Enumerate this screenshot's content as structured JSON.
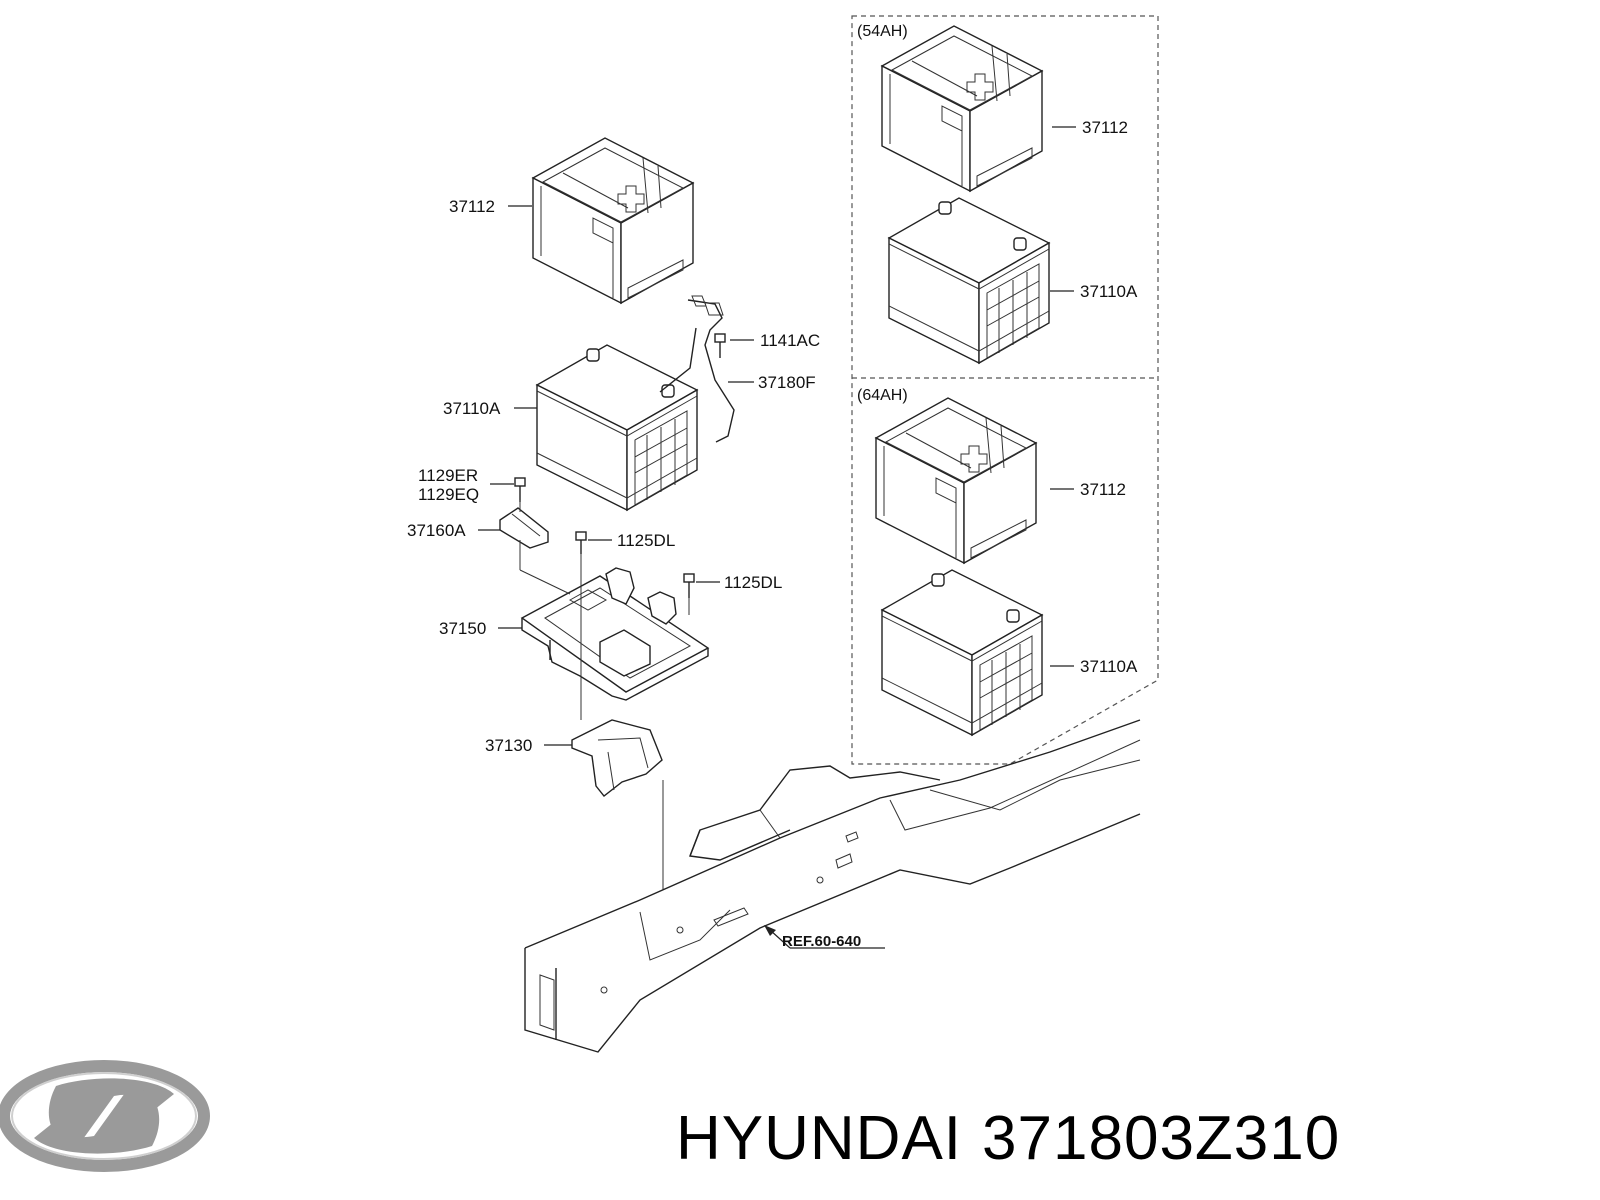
{
  "caption": {
    "brand": "HYUNDAI",
    "part_number": "371803Z310"
  },
  "groups": {
    "g54": "(54AH)",
    "g64": "(64AH)"
  },
  "labels": {
    "tray_main": "37112",
    "battery_main": "37110A",
    "cable_bolt": "1141AC",
    "cable": "37180F",
    "clamp_bolt_a": "1129ER",
    "clamp_bolt_b": "1129EQ",
    "clamp": "37160A",
    "tray_bolt_1": "1125DL",
    "tray_bolt_2": "1125DL",
    "battery_tray": "37150",
    "bracket": "37130",
    "tray_54": "37112",
    "battery_54": "37110A",
    "tray_64": "37112",
    "battery_64": "37110A"
  },
  "reference": "REF.60-640",
  "logo": {
    "name": "hyundai-logo",
    "color": "#9a9a9a"
  }
}
